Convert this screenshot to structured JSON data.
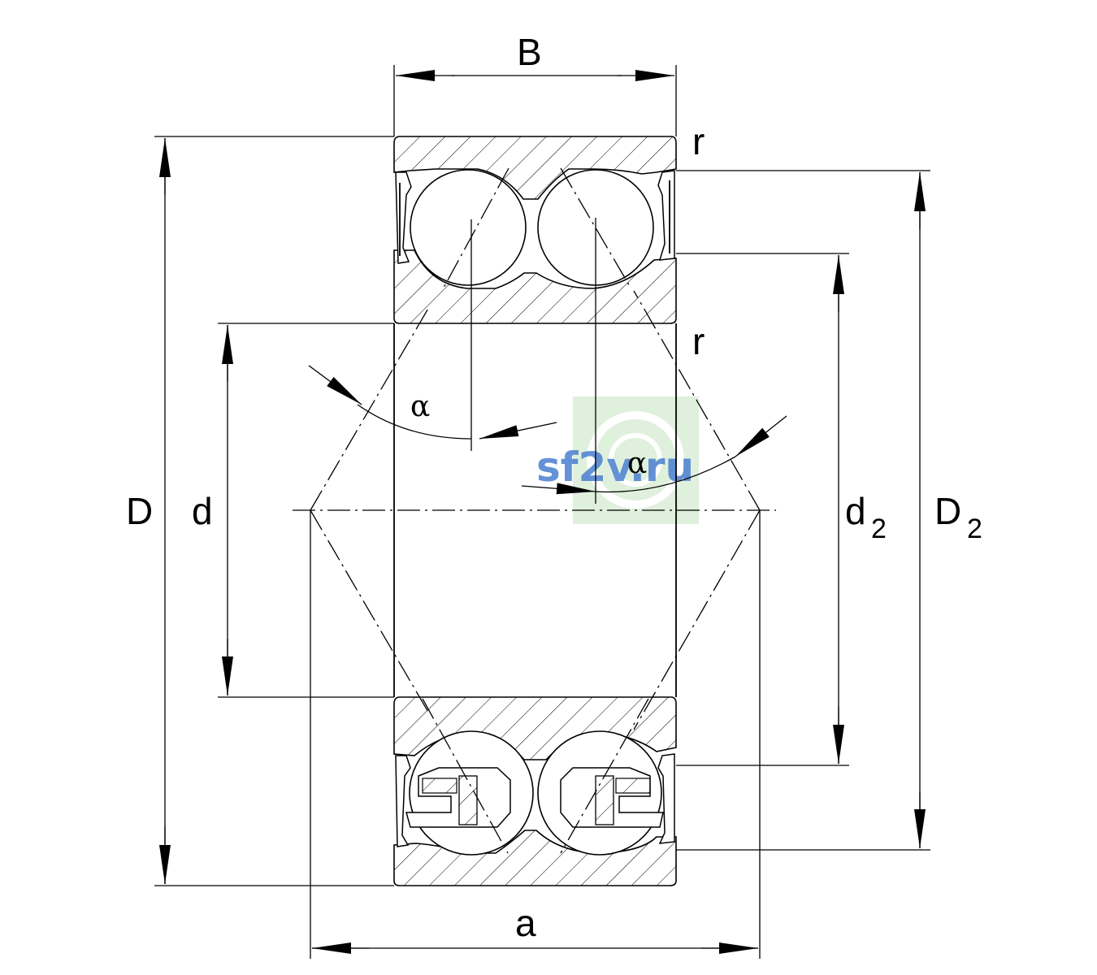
{
  "labels": {
    "width": "B",
    "outer_diameter": "D",
    "bore": "d",
    "d2_main": "d",
    "d2_sub": "2",
    "D2_main": "D",
    "D2_sub": "2",
    "pressure_distance": "a",
    "radius_top": "r",
    "radius_inner": "r",
    "contact_angle_left": "α",
    "contact_angle_right": "α"
  },
  "watermark": {
    "text": "sf2v.ru",
    "color": "#4a7fd0",
    "background": "#dff0dc"
  }
}
